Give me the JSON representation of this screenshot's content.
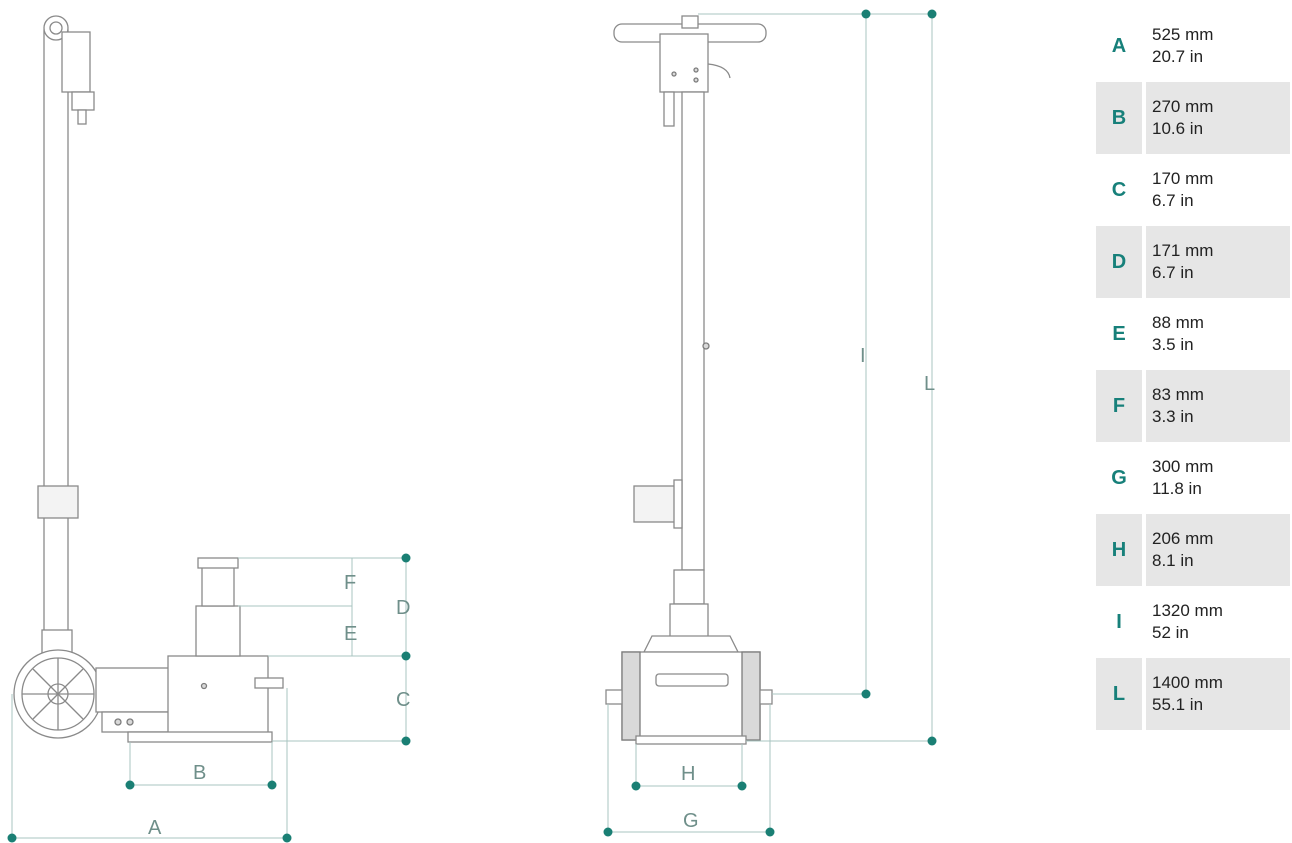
{
  "dimension_labels": {
    "A": "A",
    "B": "B",
    "C": "C",
    "D": "D",
    "E": "E",
    "F": "F",
    "G": "G",
    "H": "H",
    "I": "I",
    "L": "L"
  },
  "specs": [
    {
      "key": "A",
      "mm": "525 mm",
      "inch": "20.7 in"
    },
    {
      "key": "B",
      "mm": "270 mm",
      "inch": "10.6 in"
    },
    {
      "key": "C",
      "mm": "170 mm",
      "inch": "6.7 in"
    },
    {
      "key": "D",
      "mm": "171 mm",
      "inch": "6.7 in"
    },
    {
      "key": "E",
      "mm": "88 mm",
      "inch": "3.5 in"
    },
    {
      "key": "F",
      "mm": "83 mm",
      "inch": "3.3 in"
    },
    {
      "key": "G",
      "mm": "300 mm",
      "inch": "11.8 in"
    },
    {
      "key": "H",
      "mm": "206 mm",
      "inch": "8.1 in"
    },
    {
      "key": "I",
      "mm": "1320 mm",
      "inch": "52 in"
    },
    {
      "key": "L",
      "mm": "1400 mm",
      "inch": "55.1 in"
    }
  ],
  "colors": {
    "accent": "#17807a",
    "dimension_dot": "#1a7f74",
    "shaded_row": "#e6e6e6"
  }
}
